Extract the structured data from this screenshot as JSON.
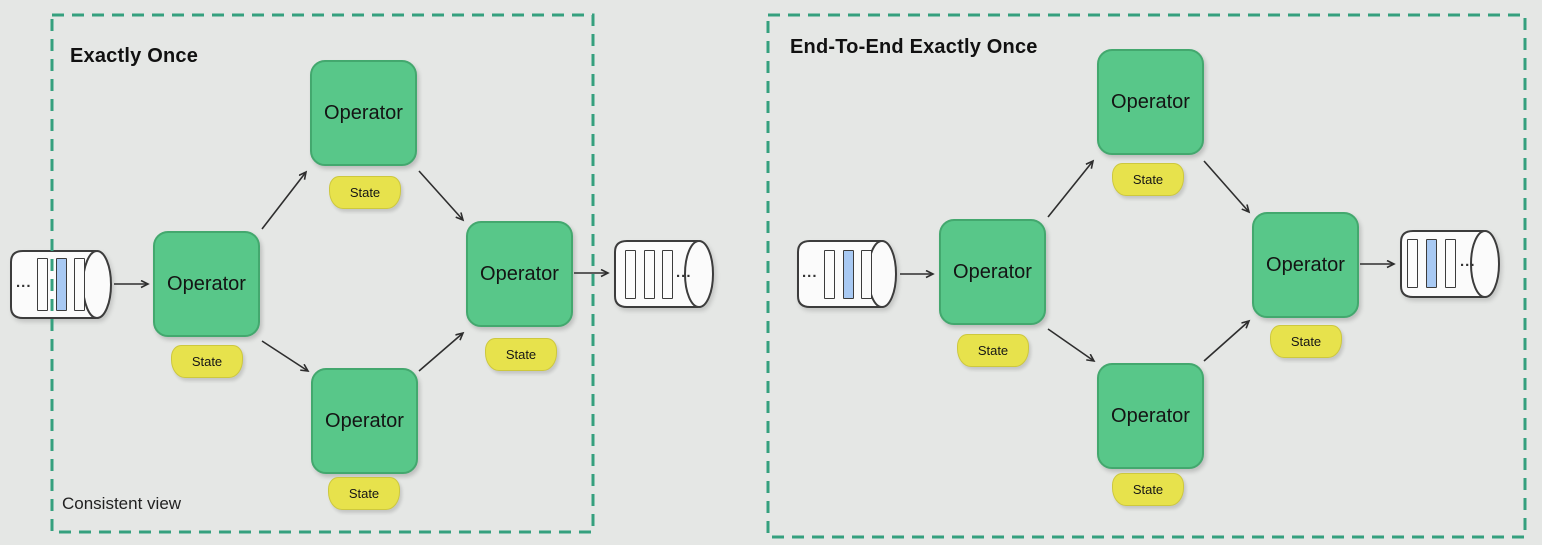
{
  "colors": {
    "background": "#e5e7e5",
    "node_green": "#58c789",
    "node_green_border": "#43a86e",
    "state_yellow": "#e7e24c",
    "boundary_dash": "#35a07e",
    "arrow": "#2e2e2e",
    "message_blue": "#a8c9f3",
    "message_white": "#fcfcfc"
  },
  "panels": [
    {
      "title": "Exactly Once",
      "footnote": "Consistent view",
      "operators": [
        {
          "label": "Operator"
        },
        {
          "label": "Operator"
        },
        {
          "label": "Operator"
        },
        {
          "label": "Operator"
        }
      ],
      "states": [
        "State",
        "State",
        "State",
        "State"
      ],
      "input_queue": {
        "dots": "...",
        "bars": [
          "white",
          "blue",
          "white"
        ]
      },
      "output_queue": {
        "dots": "...",
        "bars": [
          "white",
          "white",
          "white"
        ]
      }
    },
    {
      "title": "End-To-End Exactly Once",
      "operators": [
        {
          "label": "Operator"
        },
        {
          "label": "Operator"
        },
        {
          "label": "Operator"
        },
        {
          "label": "Operator"
        }
      ],
      "states": [
        "State",
        "State",
        "State",
        "State"
      ],
      "input_queue": {
        "dots": "...",
        "bars": [
          "white",
          "blue",
          "white"
        ]
      },
      "output_queue": {
        "dots": "...",
        "bars": [
          "white",
          "blue",
          "white"
        ]
      }
    }
  ]
}
